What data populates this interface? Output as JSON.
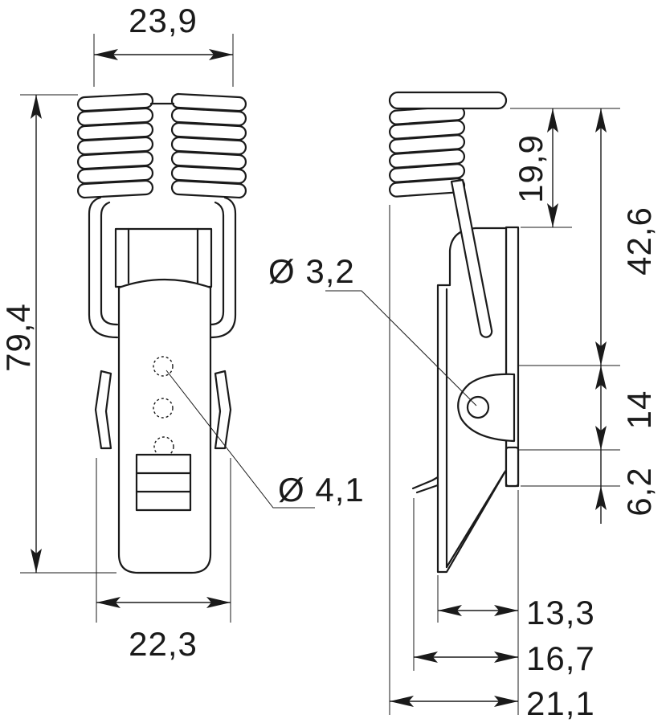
{
  "colors": {
    "stroke": "#1a1a1a",
    "background": "#ffffff"
  },
  "front_view": {
    "dim_top": "23,9",
    "dim_height": "79,4",
    "dim_bottom": "22,3",
    "hole_callout": "Ø 4,1"
  },
  "side_view": {
    "hole_callout": "Ø 3,2",
    "dim_a": "19,9",
    "dim_b": "42,6",
    "dim_c": "14",
    "dim_d": "6,2",
    "dim_e": "13,3",
    "dim_f": "16,7",
    "dim_g": "21,1"
  }
}
